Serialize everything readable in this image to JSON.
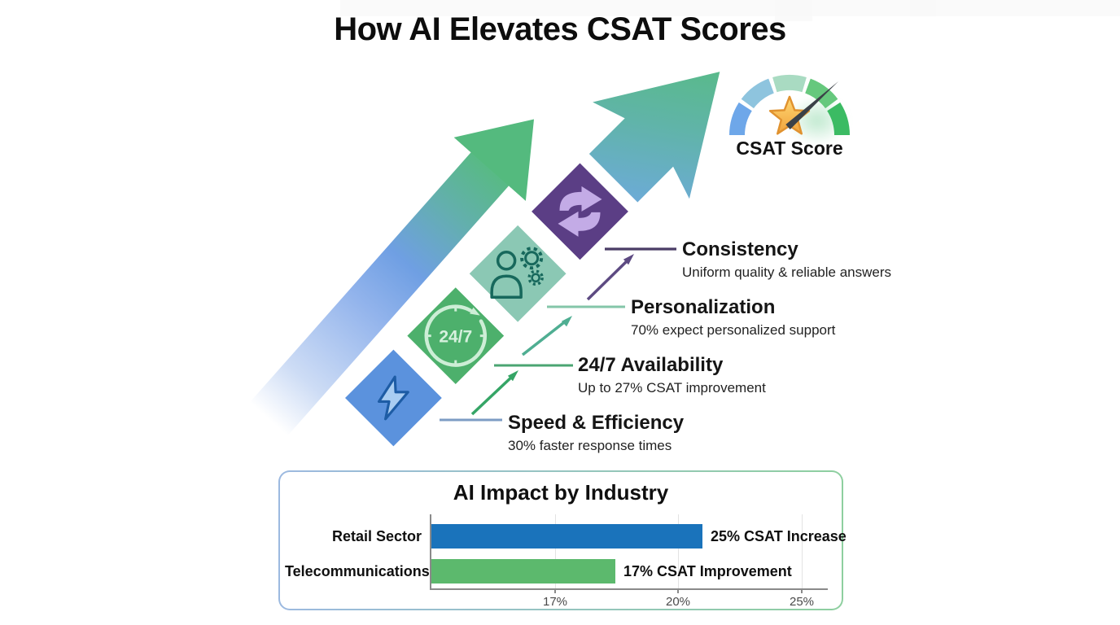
{
  "title": "How AI Elevates CSAT Scores",
  "gauge": {
    "label": "CSAT Score",
    "segment_colors": [
      "#6ea7e9",
      "#8ec4de",
      "#a9dbc2",
      "#66c87d",
      "#3bbb63"
    ],
    "needle_color": "#3b4148",
    "star_fill_top": "#ffd873",
    "star_fill_bottom": "#f0a23c",
    "star_stroke": "#e0922f"
  },
  "steps": [
    {
      "title": "Speed & Efficiency",
      "subtitle": "30% faster response times",
      "icon": "lightning-icon",
      "diamond_color": "#5b92dd"
    },
    {
      "title": "24/7 Availability",
      "subtitle": "Up to 27% CSAT improvement",
      "icon": "clock-24-7-icon",
      "diamond_color": "#4db06c",
      "badge_text": "24/7"
    },
    {
      "title": "Personalization",
      "subtitle": "70% expect personalized support",
      "icon": "person-gears-icon",
      "diamond_color": "#8bc8b4"
    },
    {
      "title": "Consistency",
      "subtitle": "Uniform quality & reliable answers",
      "icon": "swap-arrows-icon",
      "diamond_color": "#5b3e85"
    }
  ],
  "chart_panel": {
    "title": "AI Impact by Industry"
  },
  "chart_data": {
    "type": "bar",
    "orientation": "horizontal",
    "title": "AI Impact by Industry",
    "categories": [
      "Retail Sector",
      "Telecommunications"
    ],
    "values": [
      25,
      17
    ],
    "bar_labels": [
      "25% CSAT Increase",
      "17% CSAT Improvement"
    ],
    "bar_colors": [
      "#1a73bb",
      "#5cb96d"
    ],
    "xticks": [
      "17%",
      "20%",
      "25%"
    ],
    "xlim": [
      0,
      25
    ],
    "grid": true,
    "legend": false
  }
}
